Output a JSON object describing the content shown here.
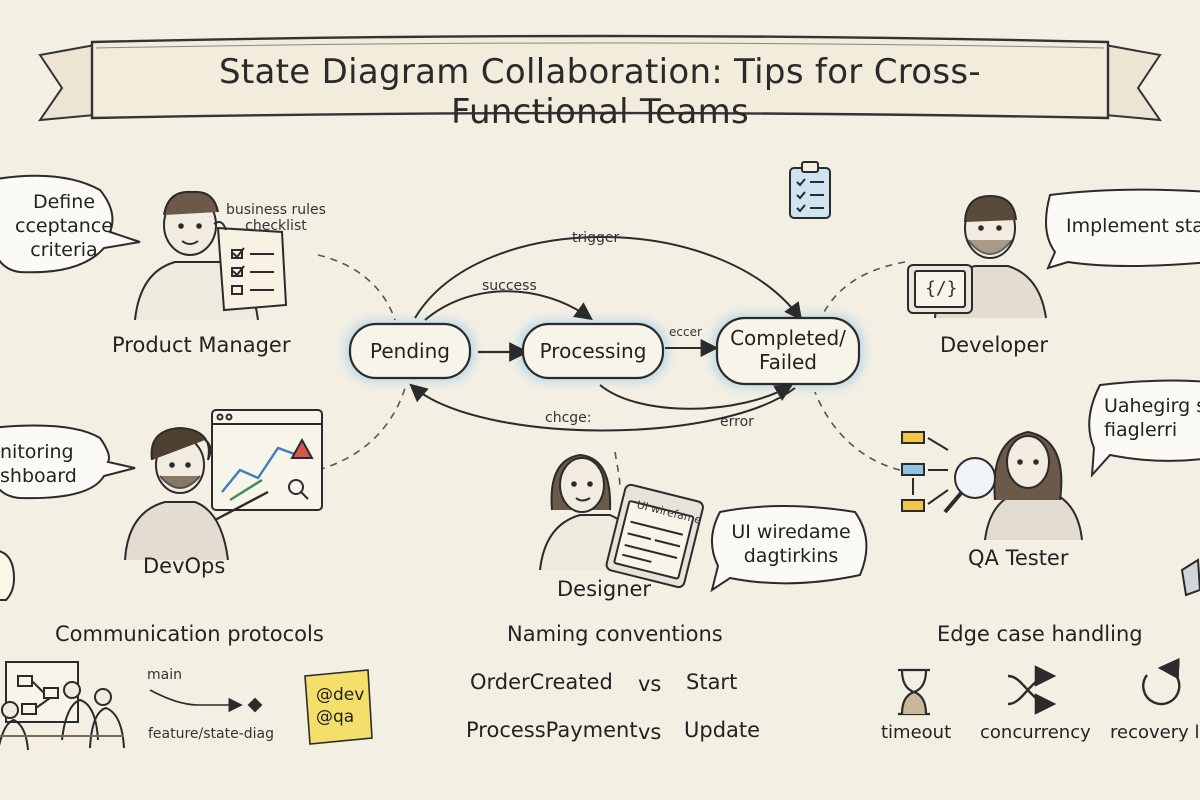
{
  "title": "State Diagram Collaboration: Tips for Cross-Functional Teams",
  "roles": {
    "product_manager": "Product Manager",
    "developer": "Developer",
    "devops": "DevOps",
    "designer": "Designer",
    "qa_tester": "QA Tester"
  },
  "bubbles": {
    "pm": [
      "Define",
      "cceptance",
      "criteria"
    ],
    "developer": [
      "Implement stat"
    ],
    "devops": [
      "nitoring",
      "shboard"
    ],
    "designer": [
      "UI wiredame",
      "dagtirkins"
    ],
    "qa": [
      "Uahegirg s",
      "fiaglerri"
    ]
  },
  "pm_note": [
    "business rules",
    "checklist"
  ],
  "states": {
    "pending": "Pending",
    "processing": "Processing",
    "completed_line1": "Completed/",
    "completed_line2": "Failed"
  },
  "transitions": {
    "trigger": "trigger",
    "success": "success",
    "eccer": "eccer",
    "chcge": "chcge:",
    "error": "error"
  },
  "designer_note": "UI wirefame",
  "developer_code": "{/}",
  "sections": {
    "communication": {
      "heading": "Communication protocols",
      "branch_main": "main",
      "branch_feature": "feature/state-diag",
      "sticky": [
        "@dev",
        "@qa"
      ]
    },
    "naming": {
      "heading": "Naming conventions",
      "rows": [
        {
          "good": "OrderCreated",
          "vs": "vs",
          "bad": "Start"
        },
        {
          "good": "ProcessPayment",
          "vs": "vs",
          "bad": "Update"
        }
      ]
    },
    "edge_cases": {
      "heading": "Edge case handling",
      "items": [
        {
          "label": "timeout",
          "icon": "hourglass-icon"
        },
        {
          "label": "concurrency",
          "icon": "shuffle-icon"
        },
        {
          "label": "recovery lo",
          "icon": "recovery-icon"
        }
      ]
    }
  },
  "colors": {
    "background": "#f4efe3",
    "ink": "#2b2b2b",
    "state_glow": "#a9d2ea",
    "bubble_fill": "#fbfaf5",
    "sticky": "#f3df6a",
    "accent_red": "#d9534f",
    "accent_blue": "#3f7fbf",
    "accent_yellow": "#f0c54a"
  }
}
